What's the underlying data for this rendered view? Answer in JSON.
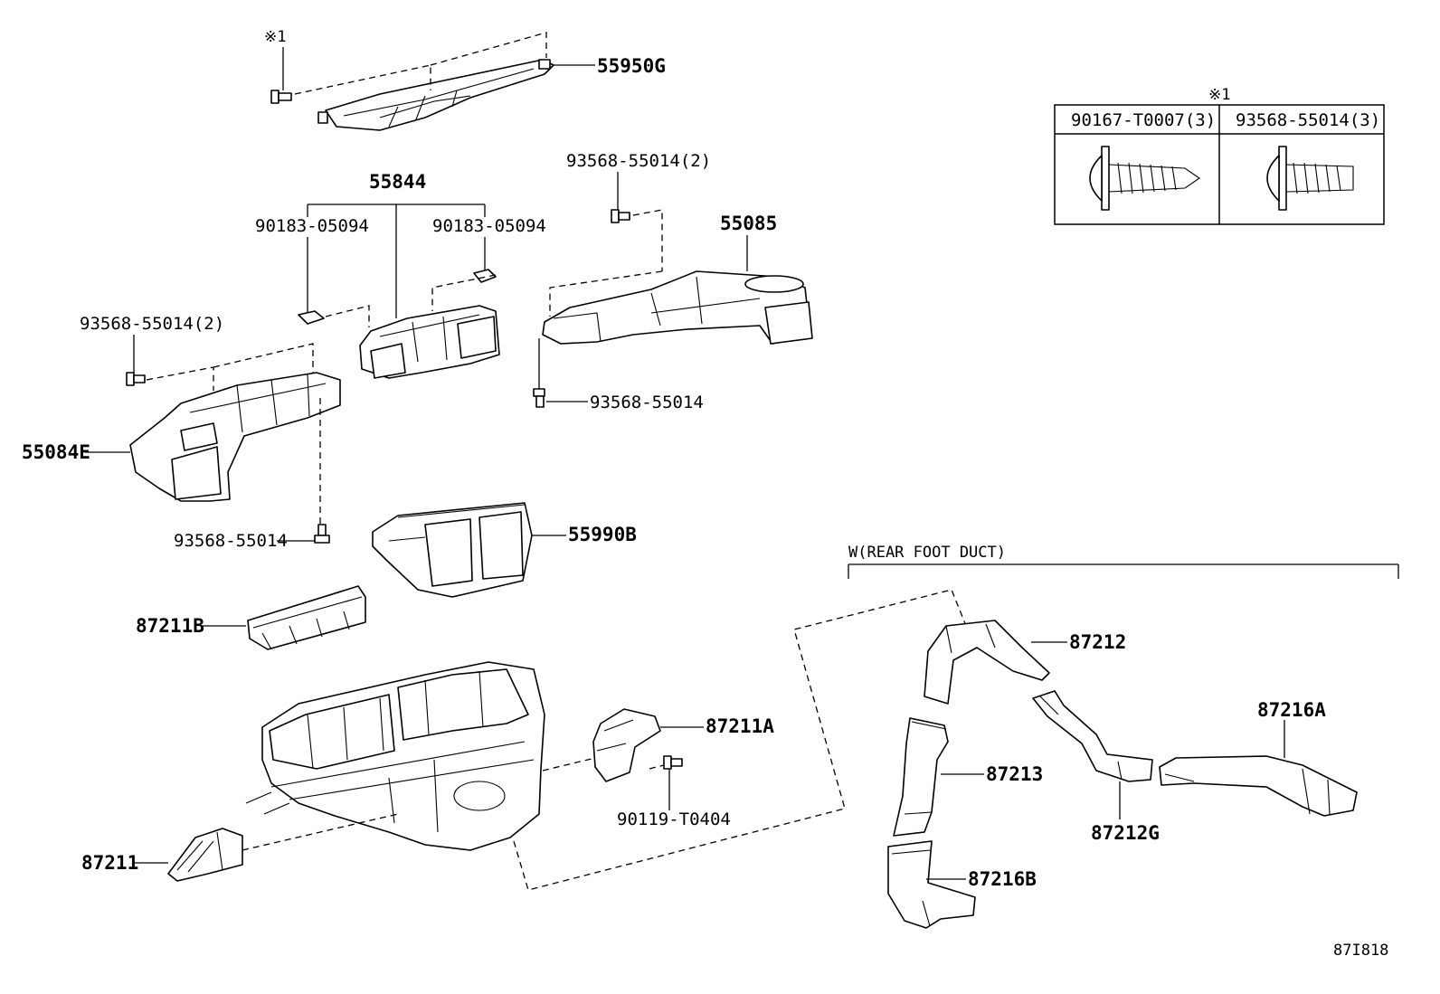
{
  "parts": {
    "p55950G": "55950G",
    "p55844": "55844",
    "p90183_left": "90183-05094",
    "p90183_right": "90183-05094",
    "p93568_top": "93568-55014(2)",
    "p55085": "55085",
    "p93568_left": "93568-55014(2)",
    "p93568_mid": "93568-55014",
    "p55084E": "55084E",
    "p93568_low": "93568-55014",
    "p55990B": "55990B",
    "p87211B": "87211B",
    "p87211A": "87211A",
    "p90119": "90119-T0404",
    "p87211": "87211",
    "p87212": "87212",
    "p87213": "87213",
    "p87212G": "87212G",
    "p87216A": "87216A",
    "p87216B": "87216B"
  },
  "note_mark": "※1",
  "fastener_table": {
    "mark": "※1",
    "columns": [
      "90167-T0007(3)",
      "93568-55014(3)"
    ]
  },
  "group_label": "W(REAR FOOT DUCT)",
  "diagram_id": "87I818"
}
